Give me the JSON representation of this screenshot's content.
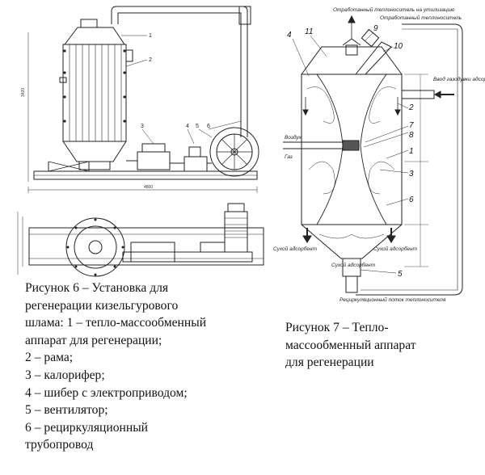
{
  "figure6": {
    "caption": [
      "Рисунок 6 –  Установка для",
      "регенерации кизельгурового",
      "шлама: 1 – тепло-массообменный",
      "аппарат для регенерации;",
      "2 – рама;",
      "3 – калорифер;",
      "4 – шибер с электроприводом;",
      "5 – вентилятор;",
      "6 – рециркуляционный",
      "трубопровод"
    ],
    "callouts": [
      "1",
      "2",
      "3",
      "4",
      "5",
      "6"
    ]
  },
  "figure7": {
    "caption": [
      "Рисунок 7 –  Тепло-",
      "массообменный аппарат",
      "для регенерации"
    ],
    "numbers": {
      "n4": "4",
      "n11": "11",
      "n9": "9",
      "n10": "10",
      "n2": "2",
      "n7": "7",
      "n8": "8",
      "n1": "1",
      "n3": "3",
      "n6": "6",
      "n5": "5"
    },
    "labels": {
      "spent_coolant_top": "Отработанный теплоноситель на утилизацию",
      "spent_coolant_right": "Отработанный теплоноситель",
      "adsorbent_input": "Ввод газодувки адсорбента",
      "air": "Воздух",
      "gas": "Газ",
      "dry_adsorbent_left": "Сухой адсорбент",
      "dry_adsorbent_right": "Сухой адсорбент",
      "dry_adsorbent_bottom": "Сухой адсорбент",
      "recirc_flow": "Рециркуляционный поток теплоносителя"
    }
  }
}
